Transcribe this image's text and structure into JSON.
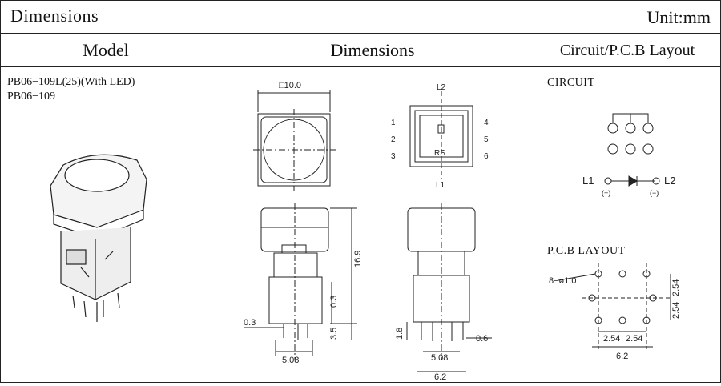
{
  "header": {
    "title": "Dimensions",
    "unit": "Unit:mm"
  },
  "columns": {
    "model": "Model",
    "dimensions": "Dimensions",
    "circuit": "Circuit/P.C.B Layout"
  },
  "models": [
    "PB06−109L(25)(With LED)",
    "PB06−109"
  ],
  "circuit": {
    "label": "CIRCUIT",
    "l2_top": "L2",
    "l1_bottom": "L1",
    "rs": "RS",
    "pins": [
      "1",
      "2",
      "3",
      "4",
      "5",
      "6"
    ],
    "led_left": "L1",
    "led_right": "L2",
    "plus": "(+)",
    "minus": "(−)"
  },
  "pcb": {
    "label": "P.C.B LAYOUT",
    "hole": "8−ø1.0",
    "pitch_v1": "2.54",
    "pitch_v2": "2.54",
    "pitch_h1": "2.54",
    "pitch_h2": "2.54",
    "width": "6.2"
  },
  "dims": {
    "top_size": "□10.0",
    "height": "16.9",
    "d03a": "0.3",
    "d03b": "0.3",
    "d35": "3.5",
    "d508a": "5.08",
    "d18": "1.8",
    "d508b": "5.08",
    "d06": "0.6",
    "d62": "6.2"
  }
}
